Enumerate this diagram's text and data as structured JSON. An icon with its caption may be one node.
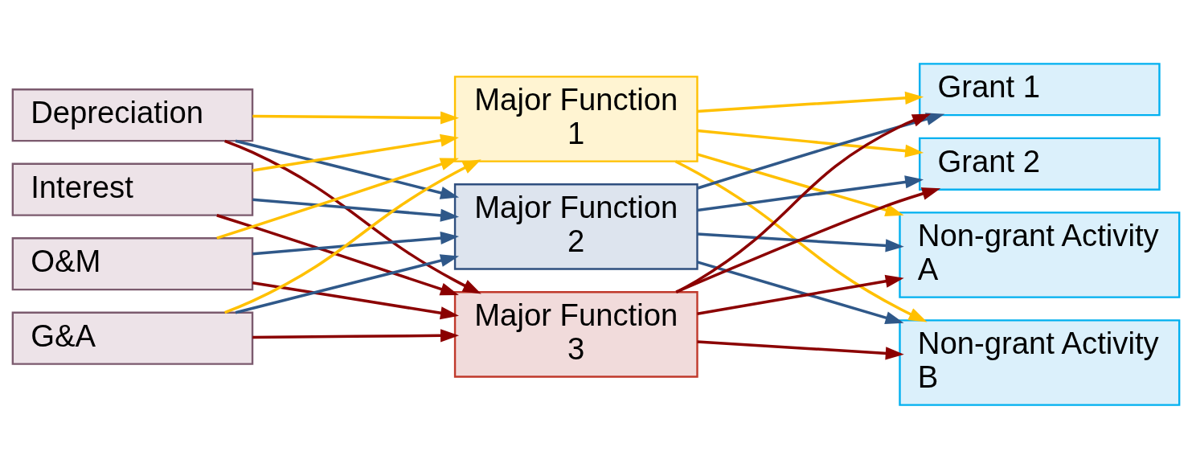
{
  "diagram": {
    "nodes": [
      {
        "text": [
          "Depreciation"
        ]
      },
      {
        "text": [
          "Interest"
        ]
      },
      {
        "text": [
          "O&M"
        ]
      },
      {
        "text": [
          "G&A"
        ]
      },
      {
        "text": [
          "Major Function 1"
        ]
      },
      {
        "text": [
          "Major Function 2"
        ]
      },
      {
        "text": [
          "Major Function 3"
        ]
      },
      {
        "text": [
          "Grant 1"
        ]
      },
      {
        "text": [
          "Grant 2"
        ]
      },
      {
        "text": [
          "Non-grant Activity A"
        ]
      },
      {
        "text": [
          "Non-grant Activity B"
        ]
      }
    ],
    "edges": [
      {
        "from": 0,
        "to": 4,
        "arrow": "to",
        "color": "#ffc000"
      },
      {
        "from": 1,
        "to": 4,
        "arrow": "to",
        "color": "#ffc000"
      },
      {
        "from": 2,
        "to": 4,
        "arrow": "to",
        "color": "#ffc000"
      },
      {
        "from": 3,
        "to": 4,
        "arrow": "to",
        "color": "#ffc000"
      },
      {
        "from": 0,
        "to": 5,
        "arrow": "to",
        "color": "#2f5889"
      },
      {
        "from": 1,
        "to": 5,
        "arrow": "to",
        "color": "#2f5889"
      },
      {
        "from": 2,
        "to": 5,
        "arrow": "to",
        "color": "#2f5889"
      },
      {
        "from": 3,
        "to": 5,
        "arrow": "to",
        "color": "#2f5889"
      },
      {
        "from": 0,
        "to": 6,
        "arrow": "to",
        "color": "#8b0000"
      },
      {
        "from": 1,
        "to": 6,
        "arrow": "to",
        "color": "#8b0000"
      },
      {
        "from": 2,
        "to": 6,
        "arrow": "to",
        "color": "#8b0000"
      },
      {
        "from": 3,
        "to": 6,
        "arrow": "to",
        "color": "#8b0000"
      },
      {
        "from": 4,
        "to": 7,
        "arrow": "to",
        "color": "#ffc000"
      },
      {
        "from": 4,
        "to": 8,
        "arrow": "to",
        "color": "#ffc000"
      },
      {
        "from": 4,
        "to": 9,
        "arrow": "to",
        "color": "#ffc000"
      },
      {
        "from": 4,
        "to": 10,
        "arrow": "to",
        "color": "#ffc000"
      },
      {
        "from": 5,
        "to": 7,
        "arrow": "to",
        "color": "#2f5889"
      },
      {
        "from": 5,
        "to": 8,
        "arrow": "to",
        "color": "#2f5889"
      },
      {
        "from": 5,
        "to": 9,
        "arrow": "to",
        "color": "#2f5889"
      },
      {
        "from": 5,
        "to": 10,
        "arrow": "to",
        "color": "#2f5889"
      },
      {
        "from": 6,
        "to": 7,
        "arrow": "to",
        "color": "#8b0000"
      },
      {
        "from": 6,
        "to": 8,
        "arrow": "to",
        "color": "#8b0000"
      },
      {
        "from": 6,
        "to": 9,
        "arrow": "to",
        "color": "#8b0000"
      },
      {
        "from": 6,
        "to": 10,
        "arrow": "to",
        "color": "#8b0000"
      }
    ]
  }
}
